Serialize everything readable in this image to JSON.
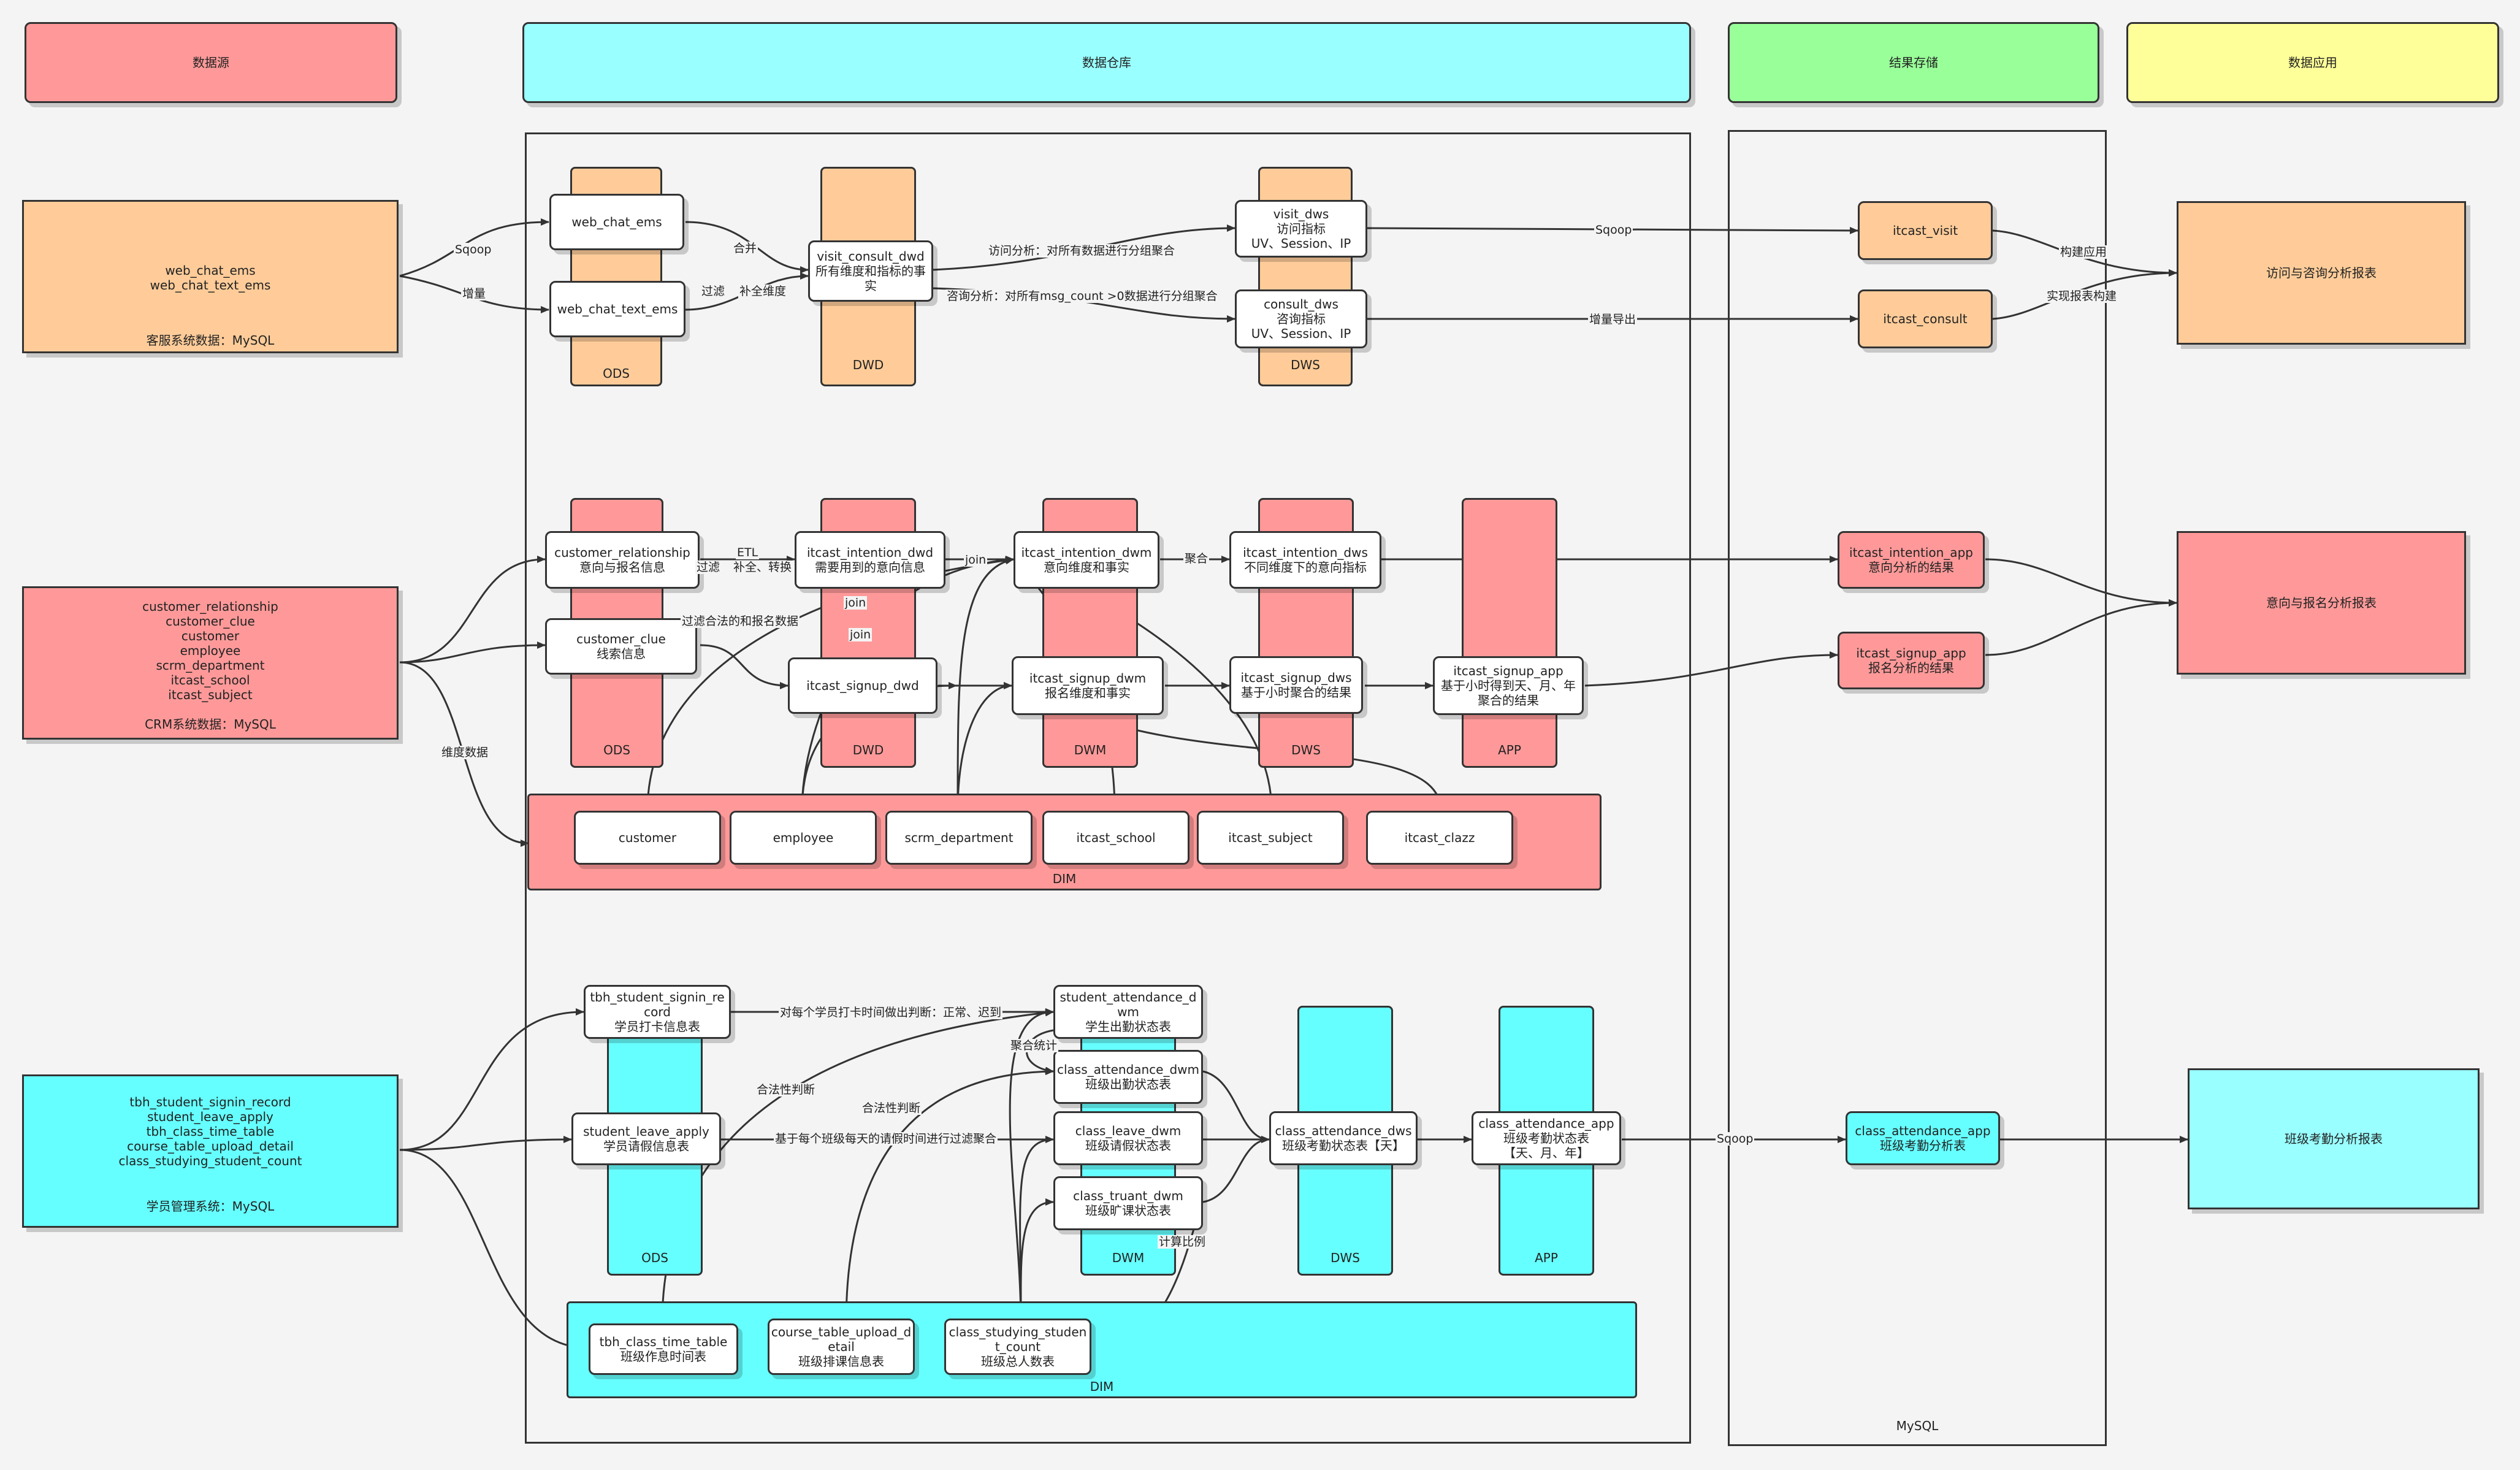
{
  "headers": {
    "source": "数据源",
    "warehouse": "数据仓库",
    "storage": "结果存储",
    "application": "数据应用"
  },
  "sources": {
    "kefu": {
      "lines": [
        "web_chat_ems",
        "web_chat_text_ems"
      ],
      "caption": "客服系统数据：MySQL"
    },
    "crm": {
      "lines": [
        "customer_relationship",
        "customer_clue",
        "customer",
        "employee",
        "scrm_department",
        "itcast_school",
        "itcast_subject"
      ],
      "caption": "CRM系统数据：MySQL"
    },
    "xueyuan": {
      "lines": [
        "tbh_student_signin_record",
        "student_leave_apply",
        "tbh_class_time_table",
        "course_table_upload_detail",
        "class_studying_student_count"
      ],
      "caption": "学员管理系统：MySQL"
    }
  },
  "layers": {
    "ods": "ODS",
    "dwd": "DWD",
    "dwm": "DWM",
    "dws": "DWS",
    "app": "APP",
    "dim": "DIM",
    "mysql": "MySQL"
  },
  "flow1": {
    "web_chat_ems": "web_chat_ems",
    "web_chat_text_ems": "web_chat_text_ems",
    "visit_consult_dwd": [
      "visit_consult_dwd",
      "所有维度和指标的事",
      "实"
    ],
    "visit_dws": [
      "visit_dws",
      "访问指标",
      "UV、Session、IP"
    ],
    "consult_dws": [
      "consult_dws",
      "咨询指标",
      "UV、Session、IP"
    ],
    "itcast_visit": "itcast_visit",
    "itcast_consult": "itcast_consult",
    "report": "访问与咨询分析报表"
  },
  "flow2": {
    "customer_relationship": [
      "customer_relationship",
      "意向与报名信息"
    ],
    "customer_clue": [
      "customer_clue",
      "线索信息"
    ],
    "itcast_intention_dwd": [
      "itcast_intention_dwd",
      "需要用到的意向信息"
    ],
    "itcast_signup_dwd": "itcast_signup_dwd",
    "itcast_intention_dwm": [
      "itcast_intention_dwm",
      "意向维度和事实"
    ],
    "itcast_signup_dwm": [
      "itcast_signup_dwm",
      "报名维度和事实"
    ],
    "itcast_intention_dws": [
      "itcast_intention_dws",
      "不同维度下的意向指标"
    ],
    "itcast_signup_dws": [
      "itcast_signup_dws",
      "基于小时聚合的结果"
    ],
    "itcast_signup_app": [
      "itcast_signup_app",
      "基于小时得到天、月、年",
      "聚合的结果"
    ],
    "itcast_intention_app": [
      "itcast_intention_app",
      "意向分析的结果"
    ],
    "itcast_signup_app_store": [
      "itcast_signup_app",
      "报名分析的结果"
    ],
    "report": "意向与报名分析报表",
    "dim_items": [
      "customer",
      "employee",
      "scrm_department",
      "itcast_school",
      "itcast_subject",
      "itcast_clazz"
    ]
  },
  "flow3": {
    "tbh_student_signin_record": [
      "tbh_student_signin_re",
      "cord",
      "学员打卡信息表"
    ],
    "student_leave_apply": [
      "student_leave_apply",
      "学员请假信息表"
    ],
    "student_attendance_dwm": [
      "student_attendance_d",
      "wm",
      "学生出勤状态表"
    ],
    "class_attendance_dwm": [
      "class_attendance_dwm",
      "班级出勤状态表"
    ],
    "class_leave_dwm": [
      "class_leave_dwm",
      "班级请假状态表"
    ],
    "class_truant_dwm": [
      "class_truant_dwm",
      "班级旷课状态表"
    ],
    "class_attendance_dws": [
      "class_attendance_dws",
      "班级考勤状态表【天】"
    ],
    "class_attendance_app": [
      "class_attendance_app",
      "班级考勤状态表",
      "【天、月、年】"
    ],
    "class_attendance_app_store": [
      "class_attendance_app",
      "班级考勤分析表"
    ],
    "report": "班级考勤分析报表",
    "dim_items": [
      [
        "tbh_class_time_table",
        "班级作息时间表"
      ],
      [
        "course_table_upload_d",
        "etail",
        "班级排课信息表"
      ],
      [
        "class_studying_studen",
        "t_count",
        "班级总人数表"
      ]
    ]
  },
  "edge_labels": {
    "sqoop1": "Sqoop",
    "incr1": "增量",
    "merge": "合并",
    "filter": "过滤",
    "fill_dim": "补全维度",
    "visit_analysis": "访问分析：对所有数据进行分组聚合",
    "consult_analysis": "咨询分析：对所有msg_count >0数据进行分组聚合",
    "sqoop2": "Sqoop",
    "incr_export": "增量导出",
    "build_app": "构建应用",
    "impl_report": "实现报表构建",
    "etl": "ETL",
    "filter2": "过滤",
    "fill_convert": "补全、转换",
    "filter_legal": "过滤合法的和报名数据",
    "join1": "join",
    "join2": "join",
    "join3": "join",
    "aggregate": "聚合",
    "dim_data": "维度数据",
    "signin_judge": "对每个学员打卡时间做出判断：正常、迟到",
    "legal_judge1": "合法性判断",
    "legal_judge2": "合法性判断",
    "agg_stat": "聚合统计",
    "leave_filter": "基于每个班级每天的请假时间进行过滤聚合",
    "calc_ratio": "计算比例",
    "sqoop3": "Sqoop"
  }
}
